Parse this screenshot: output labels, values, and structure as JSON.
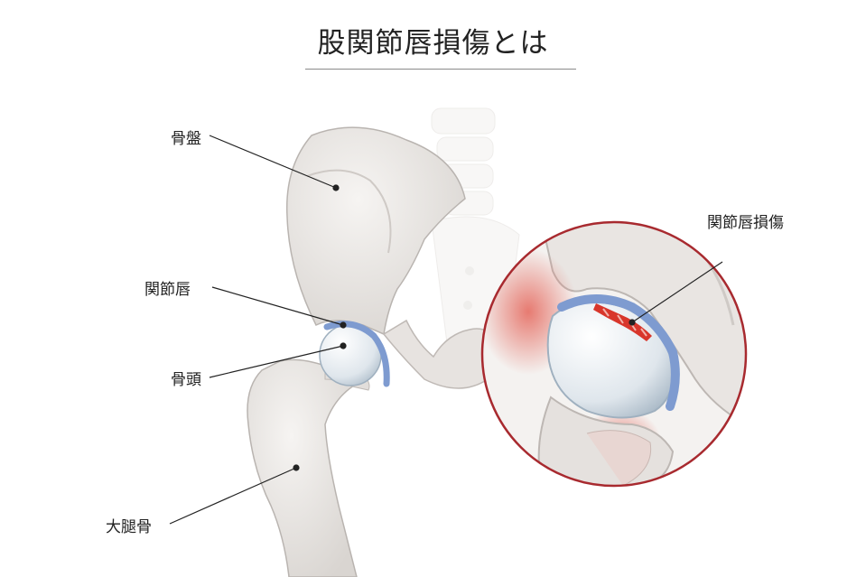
{
  "title": "股関節唇損傷とは",
  "labels": {
    "pelvis": "骨盤",
    "labrum": "関節唇",
    "femoral_head": "骨頭",
    "femur": "大腿骨",
    "labral_tear": "関節唇損傷"
  },
  "colors": {
    "bone": "#eae7e4",
    "bone_outline": "#b9b4b0",
    "labrum": "#7e9bd0",
    "injury": "#d8362b",
    "inflammation": "#e6746a",
    "magnifier_ring": "#a82a2f",
    "leader_line": "#222222"
  }
}
